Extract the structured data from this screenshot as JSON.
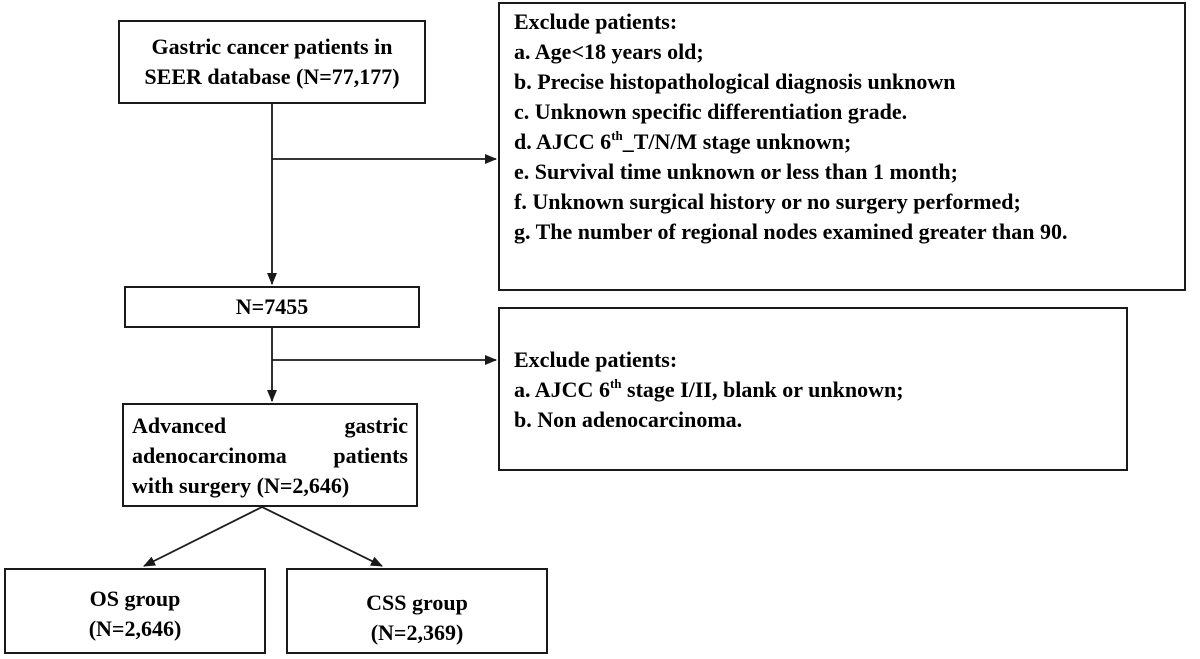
{
  "boxes": {
    "start": {
      "line1": "Gastric cancer patients in",
      "line2": "SEER database (N=77,177)"
    },
    "exclusion1": {
      "heading": "Exclude patients:",
      "items": [
        {
          "pre": "a. Age<18 years old;",
          "sup": "",
          "post": ""
        },
        {
          "pre": "b. Precise histopathological diagnosis unknown",
          "sup": "",
          "post": ""
        },
        {
          "pre": "c. Unknown specific differentiation grade.",
          "sup": "",
          "post": ""
        },
        {
          "pre": "d. AJCC 6",
          "sup": "th",
          "post": "_T/N/M stage unknown;"
        },
        {
          "pre": "e. Survival time unknown or less than 1 month;",
          "sup": "",
          "post": ""
        },
        {
          "pre": "f. Unknown surgical history or no surgery performed;",
          "sup": "",
          "post": ""
        },
        {
          "pre": "g. The number of regional nodes examined greater than 90.",
          "sup": "",
          "post": ""
        }
      ]
    },
    "middle": {
      "label": "N=7455"
    },
    "exclusion2": {
      "heading": "Exclude patients:",
      "items": [
        {
          "pre": "a. AJCC 6",
          "sup": "th",
          "post": " stage I/II, blank or unknown;"
        },
        {
          "pre": "b. Non adenocarcinoma.",
          "sup": "",
          "post": ""
        }
      ]
    },
    "advanced": {
      "line1": "Advanced gastric",
      "line2": "adenocarcinoma patients",
      "line3": "with surgery (N=2,646)"
    },
    "os": {
      "line1": "OS group",
      "line2": "(N=2,646)"
    },
    "css": {
      "line1": "CSS group",
      "line2": "(N=2,369)"
    }
  },
  "colors": {
    "border": "#1a1a1a",
    "arrow": "#1a1a1a",
    "text": "#000000"
  }
}
